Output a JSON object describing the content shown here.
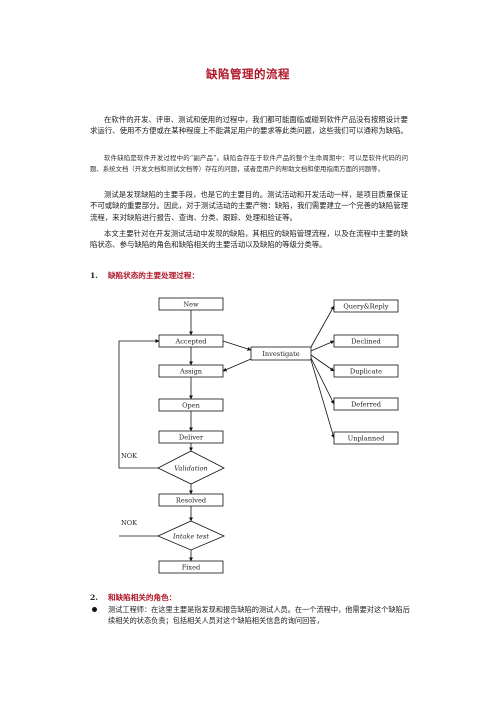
{
  "title": "缺陷管理的流程",
  "paragraphs": [
    "在软件的开发、评审、测试和使用的过程中，我们都可能面临或碰到软件产品没有按照设计要求运行、使用不方便或在某种程度上不能满足用户的要求等此类问题，这些我们可以通称为缺陷。",
    "软件缺陷是软件开发过程中的“副产品”。缺陷会存在于软件产品的整个生命周期中：可以是软件代码的问题、系统文档（开发文档和测试文档等）存在的问题，或者是用户的帮助文档和使用指南方面的问题等。",
    "测试是发现缺陷的主要手段，也是它的主要目的。测试活动和开发活动一样，是项目质量保证不可或缺的重要部分。因此，对于测试活动的主要产物：缺陷，我们需要建立一个完善的缺陷管理流程，来对缺陷进行报告、查询、分类、跟踪、处理和验证等。",
    "本文主要针对在开发测试活动中发现的缺陷，其相应的缺陷管理流程，以及在流程中主要的缺陷状态、参与缺陷的角色和缺陷相关的主要活动以及缺陷的等级分类等。"
  ],
  "section1": {
    "num": "1.",
    "text": "缺陷状态的主要处理过程："
  },
  "flow": {
    "main": [
      "New",
      "Accepted",
      "Assign",
      "Open",
      "Deliver",
      "Validation",
      "Resolved",
      "Intake test",
      "Fixed"
    ],
    "center": "Investigate",
    "right": [
      "Query&Reply",
      "Declined",
      "Duplicate",
      "Deferred",
      "Unplanned"
    ],
    "nok1": "NOK",
    "nok2": "NOK"
  },
  "section2": {
    "num": "2.",
    "text": "和缺陷相关的角色："
  },
  "bullet1": "测试工程师：在这里主要是指发现和报告缺陷的测试人员。在一个流程中，他需要对这个缺陷后续相关的状态负责；包括相关人员对这个缺陷相关信息的询问回答，"
}
